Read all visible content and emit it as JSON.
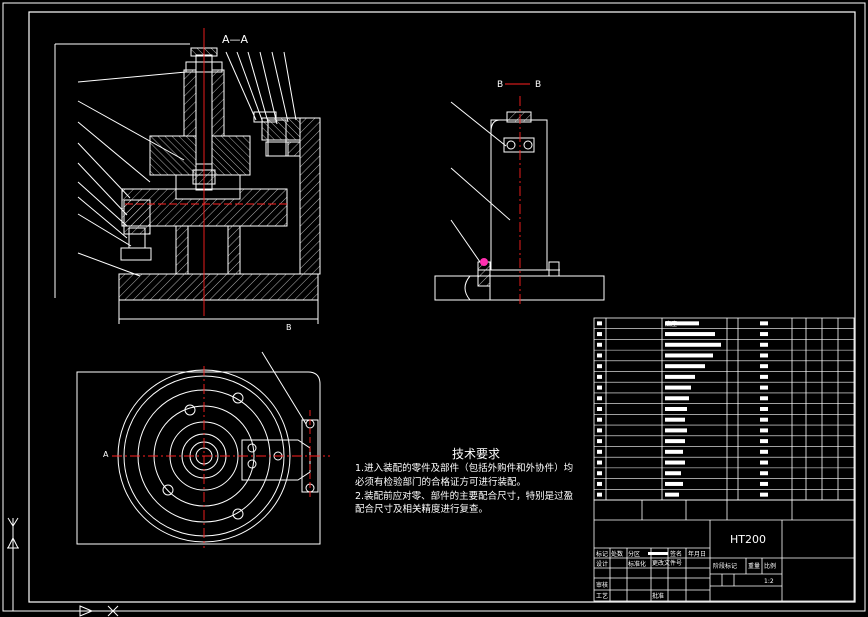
{
  "views": {
    "section_aa": "A—A",
    "section_bb_left": "B",
    "section_bb_right": "B",
    "section_a_mark": "A",
    "section_b_mark": "B"
  },
  "technical_requirements": {
    "title": "技术要求",
    "line1": "1.进入装配的零件及部件（包括外购件和外协件）均",
    "line2": "必须有检验部门的合格证方可进行装配。",
    "line3": "2.装配前应对零、部件的主要配合尺寸，特别是过盈",
    "line4": "配合尺寸及相关精度进行复查。"
  },
  "title_block": {
    "material": "HT200",
    "design": "设计",
    "standardization": "标准化",
    "review": "审核",
    "process": "工艺",
    "approve": "批准",
    "stage_mark": "阶段标记",
    "weight": "重量",
    "scale": "比例",
    "scale_value": "1:2",
    "mark": "标记",
    "count": "处数",
    "zone": "分区",
    "change_doc": "更改文件号",
    "signature": "签名",
    "date": "年月日",
    "top_label": "底座"
  },
  "colors": {
    "background": "#000000",
    "line": "#ffffff",
    "centerline": "#ff2020",
    "accent_magenta": "#ff2fb0"
  }
}
